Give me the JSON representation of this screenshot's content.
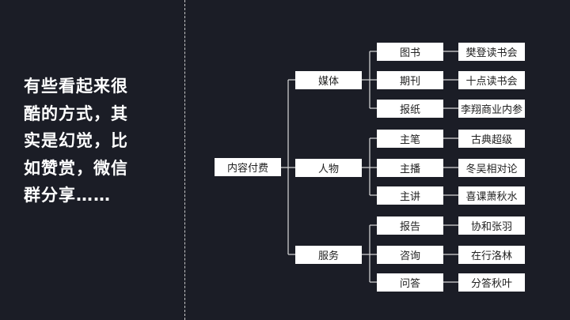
{
  "headline": {
    "lines": [
      "有些看起来很",
      "酷的方式，其",
      "实是幻觉，比",
      "如赞赏，微信",
      "群分享……"
    ]
  },
  "tree": {
    "root": "内容付费",
    "categories": [
      {
        "label": "媒体",
        "children": [
          {
            "label": "图书",
            "leaf": "樊登读书会"
          },
          {
            "label": "期刊",
            "leaf": "十点读书会"
          },
          {
            "label": "报纸",
            "leaf": "李翔商业内参"
          }
        ]
      },
      {
        "label": "人物",
        "children": [
          {
            "label": "主笔",
            "leaf": "古典超级"
          },
          {
            "label": "主播",
            "leaf": "冬吴相对论"
          },
          {
            "label": "主讲",
            "leaf": "喜课萧秋水"
          }
        ]
      },
      {
        "label": "服务",
        "children": [
          {
            "label": "报告",
            "leaf": "协和张羽"
          },
          {
            "label": "咨询",
            "leaf": "在行洛林"
          },
          {
            "label": "问答",
            "leaf": "分答秋叶"
          }
        ]
      }
    ]
  },
  "colors": {
    "background": "#1b1d26",
    "node": "#ffffff",
    "line": "#d9d9d9",
    "text": "#222222"
  }
}
